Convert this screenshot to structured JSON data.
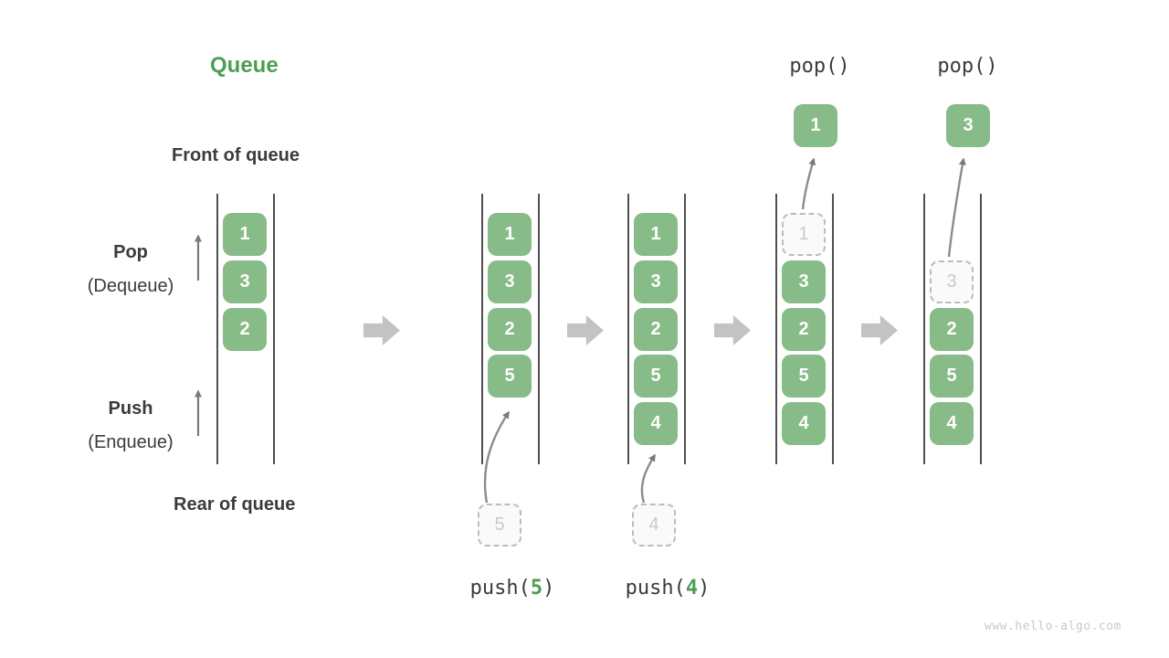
{
  "title": "Queue",
  "labels": {
    "front": "Front of queue",
    "rear": "Rear of queue",
    "pop_op": "Pop",
    "pop_sub": "(Dequeue)",
    "push_op": "Push",
    "push_sub": "(Enqueue)"
  },
  "watermark": "www.hello-algo.com",
  "colors": {
    "box_green": "#87bb87",
    "accent_green": "#4d9e50",
    "rail_gray": "#4f4f4f",
    "arrow_gray": "#8c8c8c",
    "block_arrow_gray": "#c3c3c3",
    "ghost_border": "#bcbcbc",
    "ghost_text": "#c9c9c9",
    "label_text": "#3b3b3b",
    "watermark_gray": "#c9c9c9"
  },
  "queues": {
    "state1": {
      "items": [
        "1",
        "3",
        "2"
      ]
    },
    "state2": {
      "items": [
        "1",
        "3",
        "2",
        "5"
      ],
      "incoming": "5"
    },
    "state3": {
      "items": [
        "1",
        "3",
        "2",
        "5",
        "4"
      ],
      "incoming": "4"
    },
    "state4": {
      "removed": "1",
      "items": [
        "3",
        "2",
        "5",
        "4"
      ],
      "popped": "1"
    },
    "state5": {
      "removed": "3",
      "items": [
        "2",
        "5",
        "4"
      ],
      "popped": "3"
    }
  },
  "operations": {
    "push5": {
      "pre": "push(",
      "arg": "5",
      "post": ")"
    },
    "push4": {
      "pre": "push(",
      "arg": "4",
      "post": ")"
    },
    "pop1": "pop()",
    "pop2": "pop()"
  }
}
